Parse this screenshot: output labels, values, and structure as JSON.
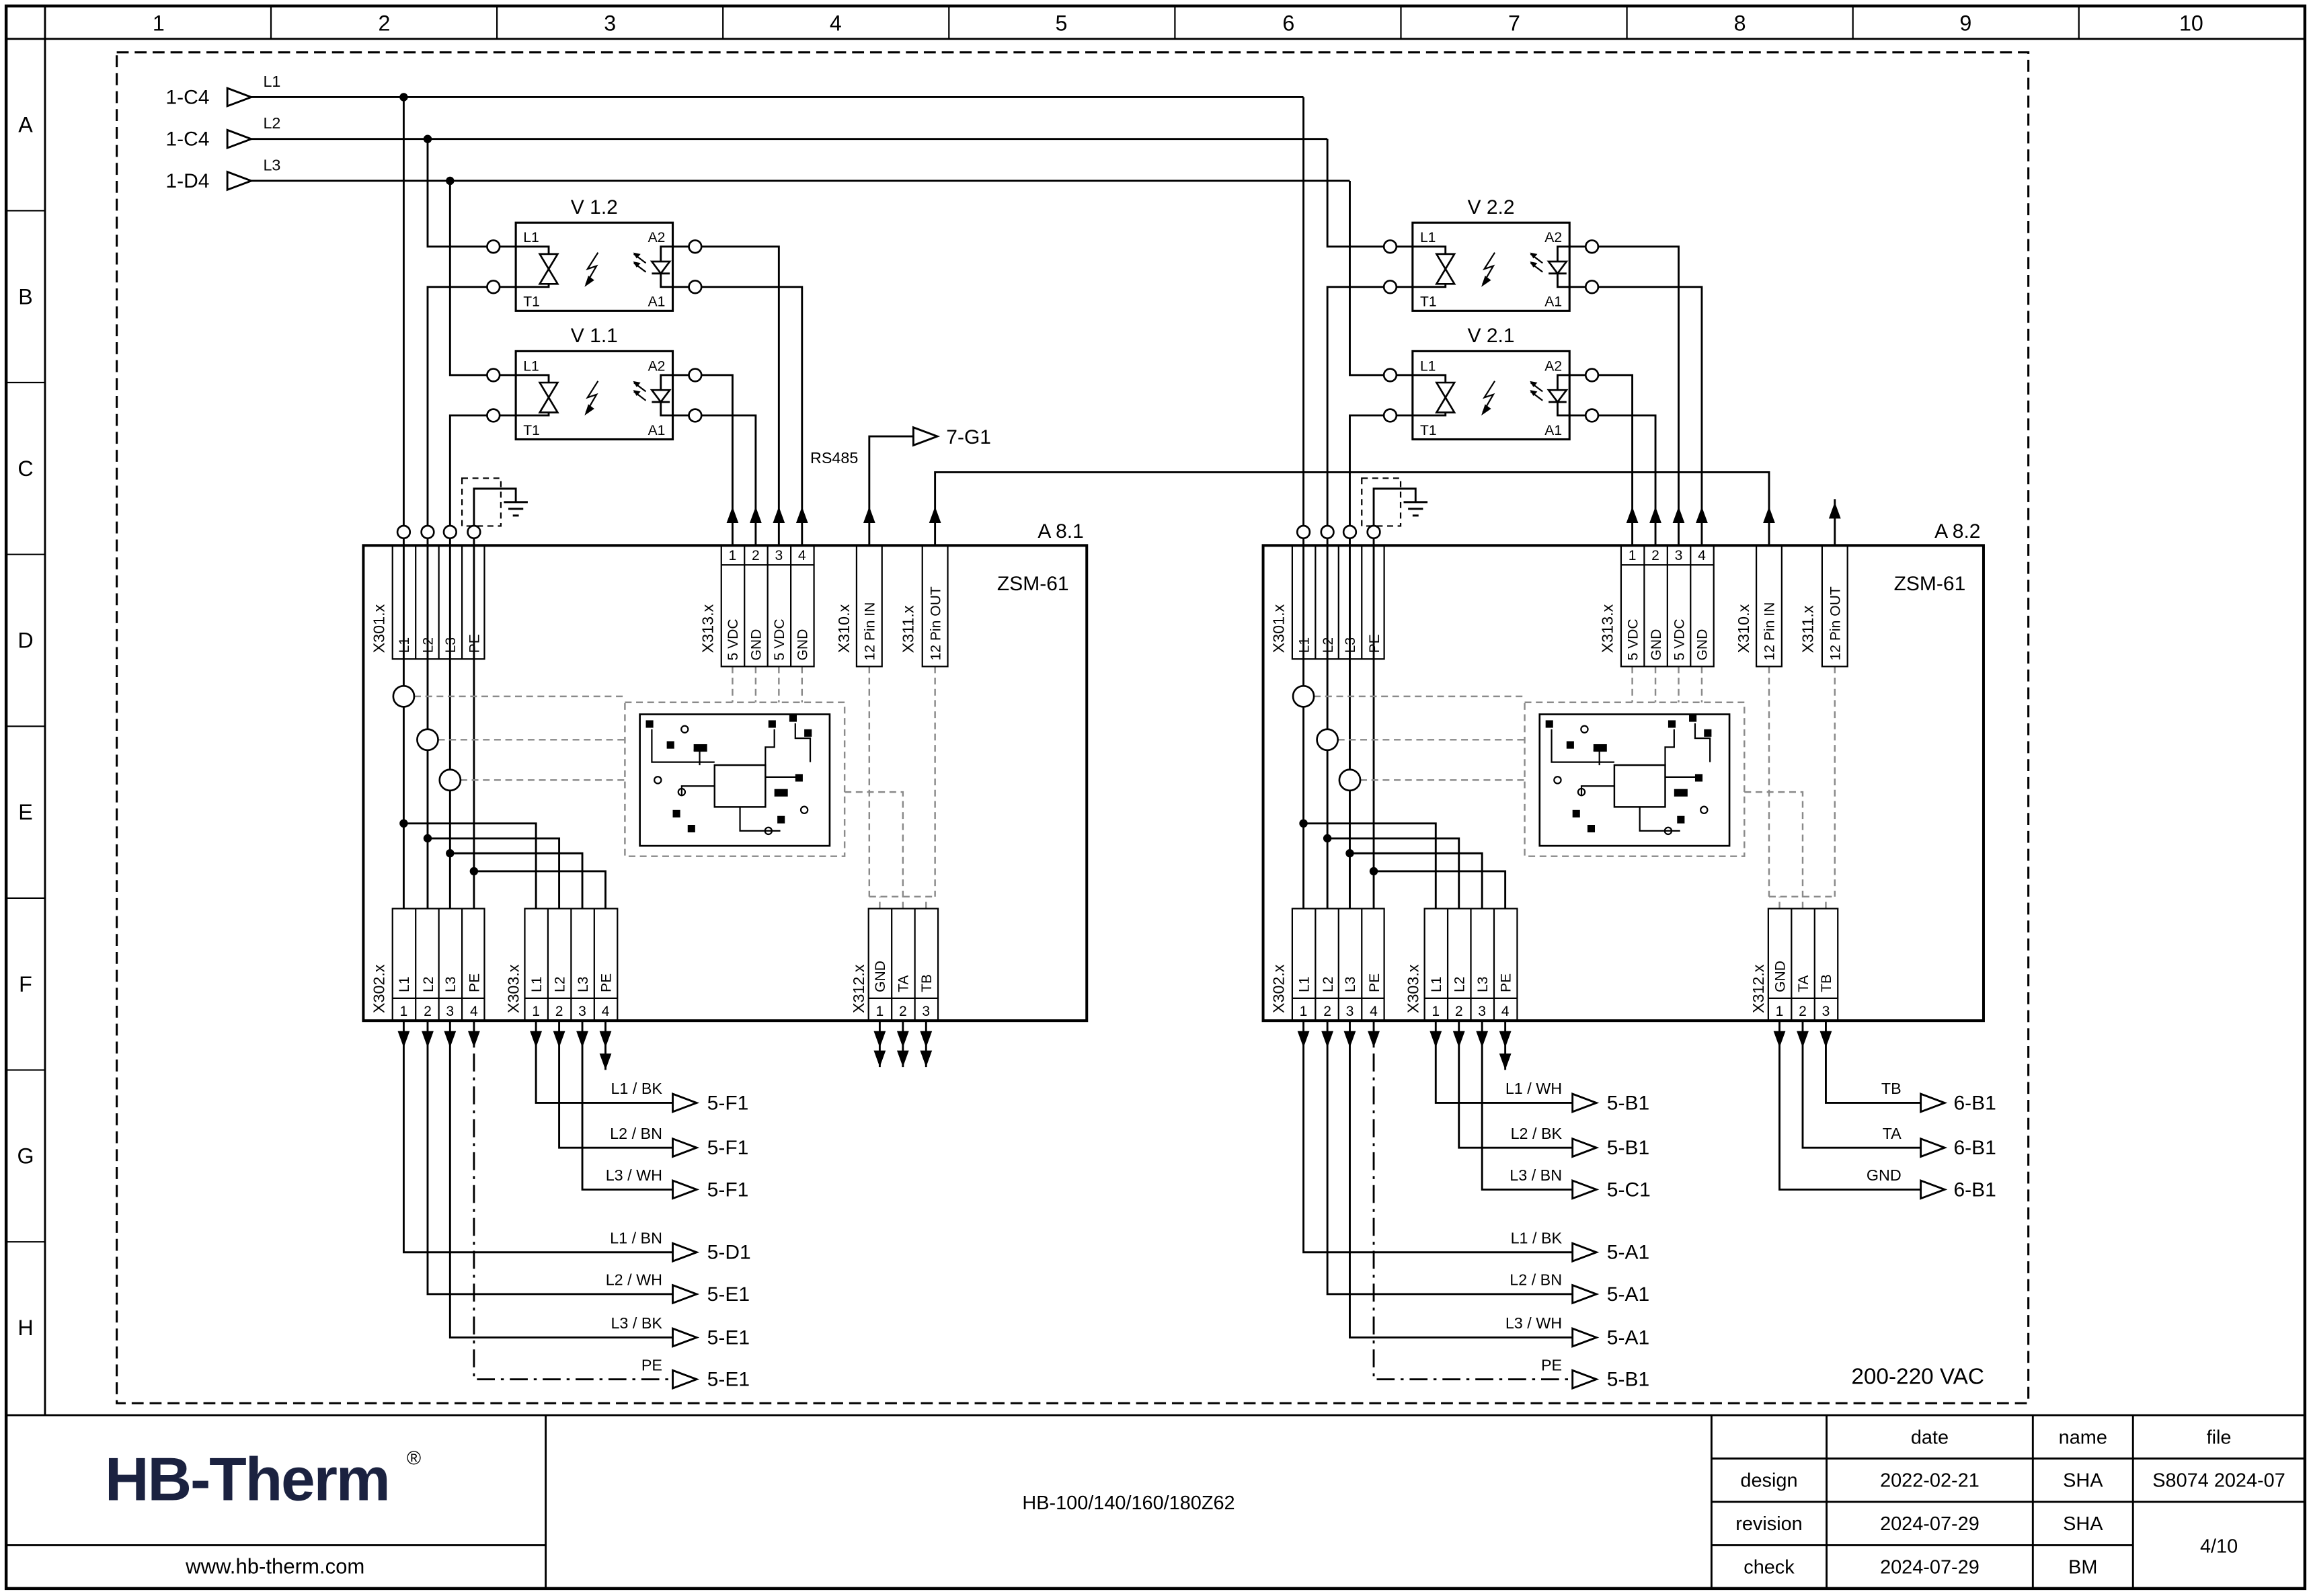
{
  "page": {
    "col_labels": [
      "1",
      "2",
      "3",
      "4",
      "5",
      "6",
      "7",
      "8",
      "9",
      "10"
    ],
    "row_labels": [
      "A",
      "B",
      "C",
      "D",
      "E",
      "F",
      "G",
      "H"
    ]
  },
  "schematic": {
    "inputs": [
      {
        "ref": "1-C4",
        "line": "L1"
      },
      {
        "ref": "1-C4",
        "line": "L2"
      },
      {
        "ref": "1-D4",
        "line": "L3"
      }
    ],
    "relays": [
      {
        "id": "V 1.2"
      },
      {
        "id": "V 1.1"
      },
      {
        "id": "V 2.2"
      },
      {
        "id": "V 2.1"
      }
    ],
    "relay_terminals": {
      "tl": "L1",
      "bl": "T1",
      "tr": "A2",
      "br": "A1"
    },
    "bus": {
      "rs485": "RS485",
      "gateway": "7-G1"
    },
    "modules": [
      {
        "id": "A 8.1",
        "type": "ZSM-61",
        "x301": {
          "label": "X301.x",
          "pins": [
            "L1",
            "L2",
            "L3",
            "PE"
          ]
        },
        "x313": {
          "label": "X313.x",
          "nums": [
            "1",
            "2",
            "3",
            "4"
          ],
          "pins": [
            "5 VDC",
            "GND",
            "5 VDC",
            "GND"
          ]
        },
        "x310": {
          "label": "X310.x",
          "pin": "12 Pin IN"
        },
        "x311": {
          "label": "X311.x",
          "pin": "12 Pin OUT"
        },
        "x302": {
          "label": "X302.x",
          "nums": [
            "1",
            "2",
            "3",
            "4"
          ],
          "pins": [
            "L1",
            "L2",
            "L3",
            "PE"
          ]
        },
        "x303": {
          "label": "X303.x",
          "nums": [
            "1",
            "2",
            "3",
            "4"
          ],
          "pins": [
            "L1",
            "L2",
            "L3",
            "PE"
          ]
        },
        "x312": {
          "label": "X312.x",
          "nums": [
            "1",
            "2",
            "3"
          ],
          "pins": [
            "GND",
            "TA",
            "TB"
          ]
        }
      },
      {
        "id": "A 8.2",
        "type": "ZSM-61",
        "x301": {
          "label": "X301.x",
          "pins": [
            "L1",
            "L2",
            "L3",
            "PE"
          ]
        },
        "x313": {
          "label": "X313.x",
          "nums": [
            "1",
            "2",
            "3",
            "4"
          ],
          "pins": [
            "5 VDC",
            "GND",
            "5 VDC",
            "GND"
          ]
        },
        "x310": {
          "label": "X310.x",
          "pin": "12 Pin IN"
        },
        "x311": {
          "label": "X311.x",
          "pin": "12 Pin OUT"
        },
        "x302": {
          "label": "X302.x",
          "nums": [
            "1",
            "2",
            "3",
            "4"
          ],
          "pins": [
            "L1",
            "L2",
            "L3",
            "PE"
          ]
        },
        "x303": {
          "label": "X303.x",
          "nums": [
            "1",
            "2",
            "3",
            "4"
          ],
          "pins": [
            "L1",
            "L2",
            "L3",
            "PE"
          ]
        },
        "x312": {
          "label": "X312.x",
          "nums": [
            "1",
            "2",
            "3"
          ],
          "pins": [
            "GND",
            "TA",
            "TB"
          ]
        }
      }
    ],
    "outputs_left": [
      {
        "wire": "L1 / BK",
        "ref": "5-F1"
      },
      {
        "wire": "L2 / BN",
        "ref": "5-F1"
      },
      {
        "wire": "L3 / WH",
        "ref": "5-F1"
      },
      {
        "wire": "L1 / BN",
        "ref": "5-D1"
      },
      {
        "wire": "L2 / WH",
        "ref": "5-E1"
      },
      {
        "wire": "L3 / BK",
        "ref": "5-E1"
      },
      {
        "wire": "PE",
        "ref": "5-E1"
      }
    ],
    "outputs_right": [
      {
        "wire": "L1 / WH",
        "ref": "5-B1"
      },
      {
        "wire": "L2 / BK",
        "ref": "5-B1"
      },
      {
        "wire": "L3 / BN",
        "ref": "5-C1"
      },
      {
        "wire": "L1 / BK",
        "ref": "5-A1"
      },
      {
        "wire": "L2 / BN",
        "ref": "5-A1"
      },
      {
        "wire": "L3 / WH",
        "ref": "5-A1"
      },
      {
        "wire": "PE",
        "ref": "5-B1"
      }
    ],
    "outputs_signal": [
      {
        "wire": "TB",
        "ref": "6-B1"
      },
      {
        "wire": "TA",
        "ref": "6-B1"
      },
      {
        "wire": "GND",
        "ref": "6-B1"
      }
    ],
    "voltage": "200-220 VAC"
  },
  "title_block": {
    "logo": "HB-Therm",
    "logo_reg": "®",
    "website": "www.hb-therm.com",
    "model": "HB-100/140/160/180Z62",
    "table": {
      "headers": {
        "date": "date",
        "name": "name",
        "file": "file"
      },
      "rows": [
        {
          "label": "design",
          "date": "2022-02-21",
          "name": "SHA"
        },
        {
          "label": "revision",
          "date": "2024-07-29",
          "name": "SHA"
        },
        {
          "label": "check",
          "date": "2024-07-29",
          "name": "BM"
        }
      ],
      "file_value": "S8074 2024-07",
      "page_num": "4/10"
    }
  }
}
